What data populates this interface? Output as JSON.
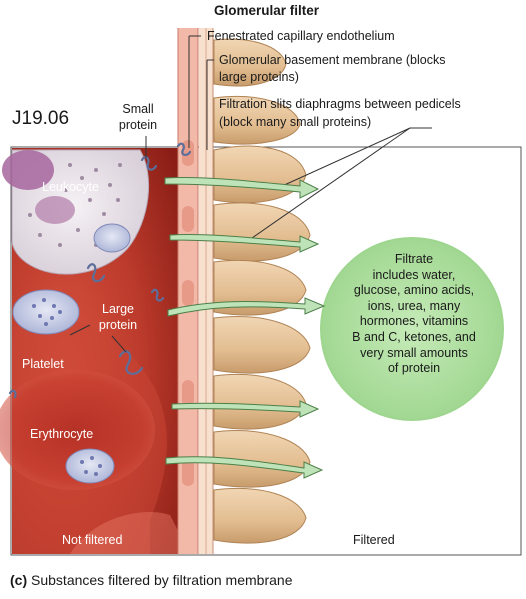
{
  "header": {
    "title": "Glomerular filter",
    "figure_code": "J19.06"
  },
  "labels": {
    "fenestrated": "Fenestrated capillary endothelium",
    "gbm_line1": "Glomerular basement membrane (blocks",
    "gbm_line2": "large proteins)",
    "slits_line1": "Filtration slits diaphragms between pedicels",
    "slits_line2": "(block many small proteins)",
    "small_protein_line1": "Small",
    "small_protein_line2": "protein",
    "leukocyte": "Leukocyte",
    "large_protein_line1": "Large",
    "large_protein_line2": "protein",
    "platelet": "Platelet",
    "erythrocyte": "Erythrocyte",
    "not_filtered": "Not filtered",
    "filtered": "Filtered"
  },
  "filtrate": {
    "lines": [
      "Filtrate",
      "includes water,",
      "glucose, amino acids,",
      "ions, urea, many",
      "hormones, vitamins",
      "B and C, ketones, and",
      "very small amounts",
      "of protein"
    ]
  },
  "caption": {
    "prefix": "(c)",
    "text": " Substances filtered by filtration membrane"
  },
  "colors": {
    "blood": "#b8352a",
    "blood_dark": "#8e1f18",
    "endothelium": "#f2b8a8",
    "membrane": "#f6d7c4",
    "pedicel": "#e6c39a",
    "filtrate_bubble": "#9fd48f",
    "arrow_fill": "#bfe3b8",
    "arrow_stroke": "#4d7f49",
    "protein": "#6b7fa8"
  }
}
